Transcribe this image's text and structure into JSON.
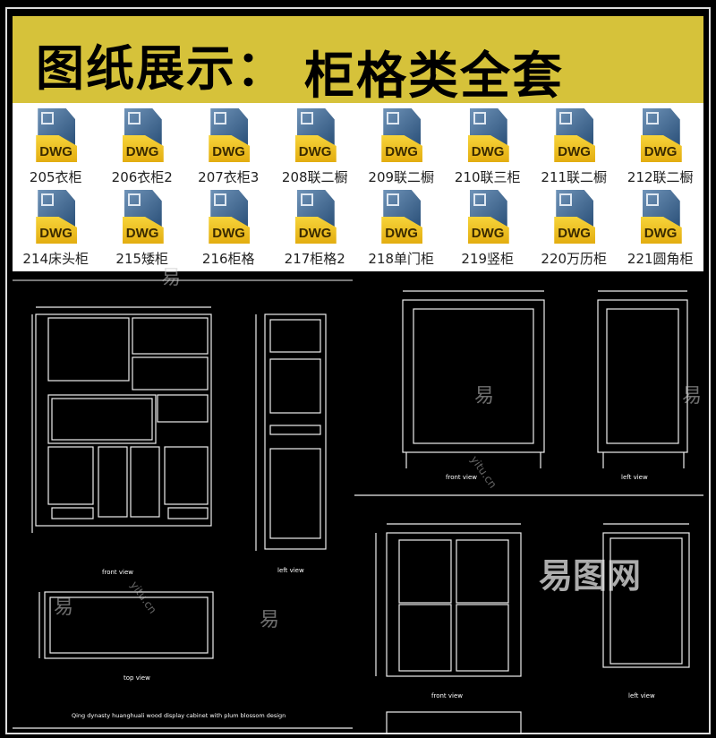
{
  "banner": {
    "title_left": "图纸展示：",
    "title_right": "柜格类全套"
  },
  "file_icon_label": "DWG",
  "files": [
    "205衣柜",
    "206衣柜2",
    "207衣柜3",
    "208联二橱",
    "209联二橱",
    "210联三柜",
    "211联二橱",
    "212联二橱",
    "214床头柜",
    "215矮柜",
    "216柜格",
    "217柜格2",
    "218单门柜",
    "219竖柜",
    "220万历柜",
    "221圆角柜"
  ],
  "drawings": {
    "front_view": "front view",
    "left_view": "left view",
    "top_view": "top view",
    "description": "Qing dynasty huanghuali wood display cabinet with plum blossom design"
  },
  "watermark": {
    "brand": "易图网",
    "char": "易",
    "url": "yitu.cn"
  }
}
